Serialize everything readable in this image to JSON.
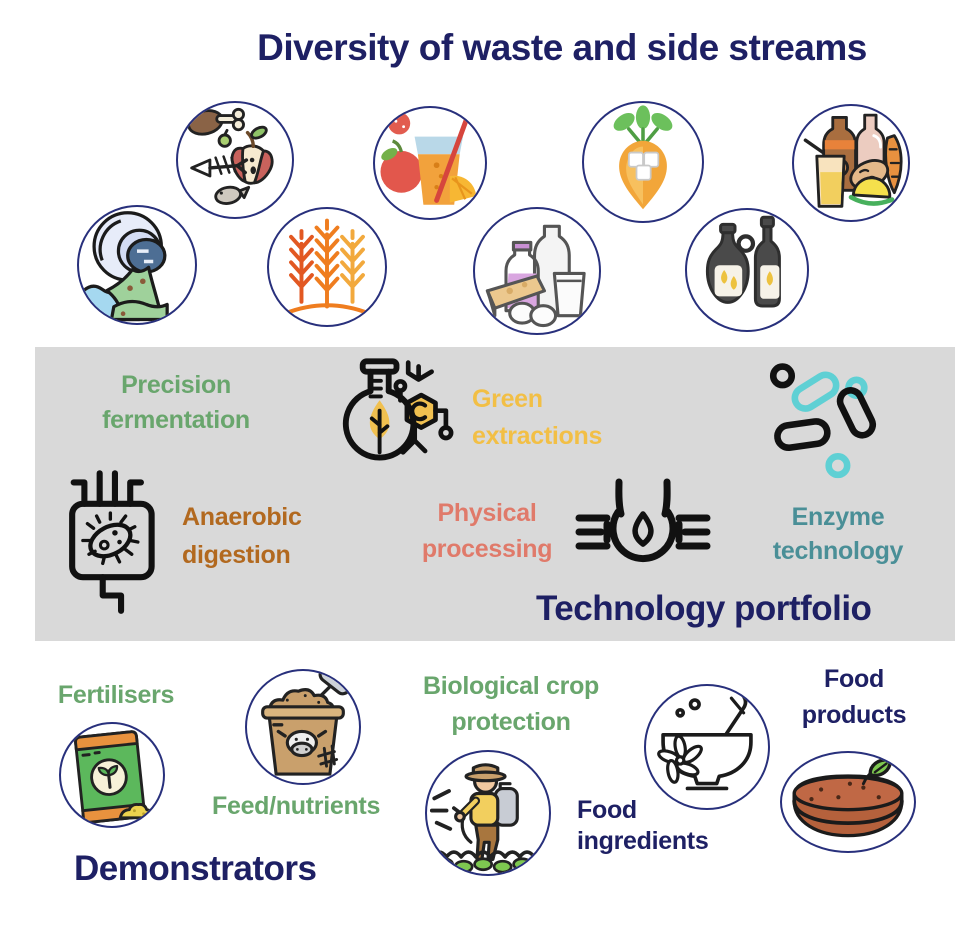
{
  "colors": {
    "navy": "#1e2064",
    "circle_border": "#28307c",
    "band_bg": "#d9d9d9",
    "green": "#69a66d",
    "yellow": "#f2bf45",
    "brown": "#b2691f",
    "salmon": "#e07a6a",
    "teal": "#4a8f97"
  },
  "sections": {
    "waste_streams": {
      "title": "Diversity of waste and side streams",
      "icons": [
        {
          "name": "food-waste-icon"
        },
        {
          "name": "fruit-juice-icon"
        },
        {
          "name": "sugar-beet-icon"
        },
        {
          "name": "food-and-drinks-icon"
        },
        {
          "name": "wastewater-icon"
        },
        {
          "name": "wheat-grain-icon"
        },
        {
          "name": "dairy-eggs-icon"
        },
        {
          "name": "oil-bottles-icon"
        }
      ]
    },
    "technology": {
      "title": "Technology portfolio",
      "items": [
        {
          "line1": "Precision",
          "line2": "fermentation",
          "color": "green",
          "icon": "bioreactor-flask-icon"
        },
        {
          "line1": "Green",
          "line2": "extractions",
          "color": "yellow",
          "icon": "flask-molecule-icon"
        },
        {
          "line1": "Anaerobic",
          "line2": "digestion",
          "color": "brown",
          "icon": "digester-tank-icon"
        },
        {
          "line1": "Physical",
          "line2": "processing",
          "color": "salmon",
          "icon": "homogenizer-icon"
        },
        {
          "line1": "Enzyme",
          "line2": "technology",
          "color": "teal",
          "icon": "enzyme-molecules-icon"
        }
      ]
    },
    "demonstrators": {
      "title": "Demonstrators",
      "items": [
        {
          "label": "Fertilisers",
          "color": "green",
          "icon": "fertiliser-bag-icon"
        },
        {
          "label": "Feed/nutrients",
          "color": "green",
          "icon": "feed-bucket-icon"
        },
        {
          "line1": "Biological crop",
          "line2": "protection",
          "color": "green",
          "icon": "crop-spraying-icon"
        },
        {
          "line1": "Food",
          "line2": "ingredients",
          "color": "navy",
          "icon": "mortar-pestle-icon"
        },
        {
          "line1": "Food",
          "line2": "products",
          "color": "navy",
          "icon": "food-dish-icon"
        }
      ]
    }
  }
}
